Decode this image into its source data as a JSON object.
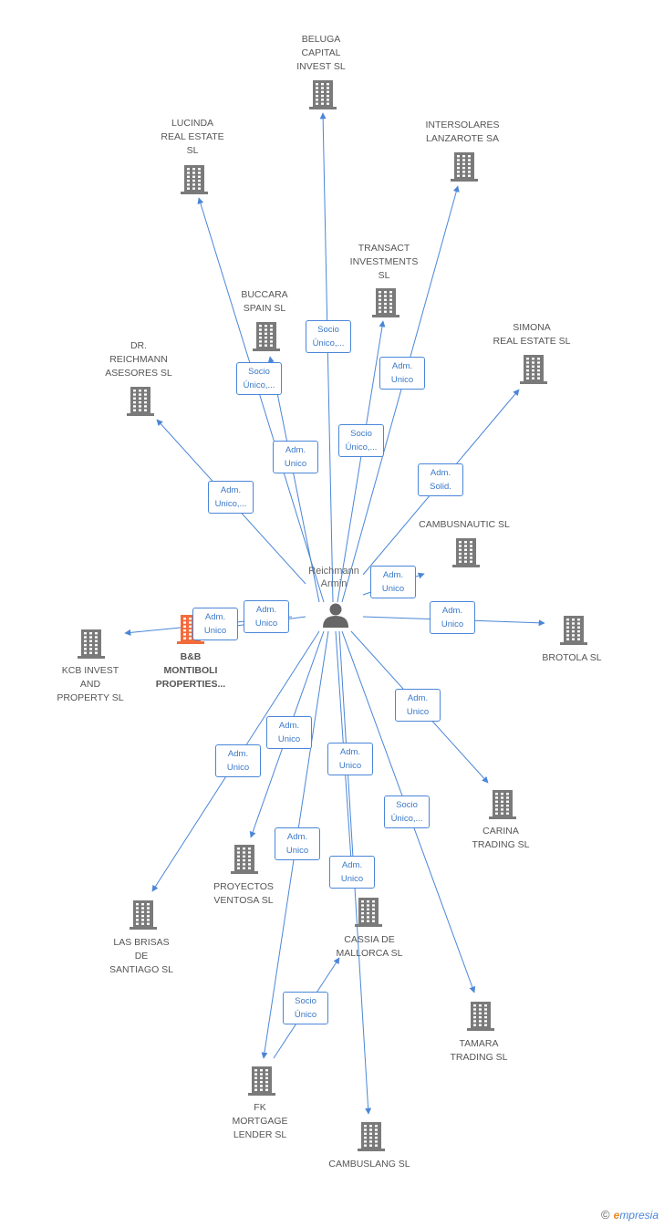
{
  "person": {
    "name": "Reichmann\nArmin"
  },
  "colors": {
    "edge": "#4a86d8",
    "building": "#7a7a7a",
    "main": "#f26b3a"
  },
  "nodes": [
    {
      "id": "beluga",
      "label": "BELUGA\nCAPITAL\nINVEST  SL"
    },
    {
      "id": "lucinda",
      "label": "LUCINDA\nREAL ESTATE\nSL"
    },
    {
      "id": "intersolares",
      "label": "INTERSOLARES\nLANZAROTE SA"
    },
    {
      "id": "transact",
      "label": "TRANSACT\nINVESTMENTS\nSL"
    },
    {
      "id": "buccara",
      "label": "BUCCARA\nSPAIN  SL"
    },
    {
      "id": "simona",
      "label": "SIMONA\nREAL ESTATE SL"
    },
    {
      "id": "reichmann",
      "label": "DR.\nREICHMANN\nASESORES  SL"
    },
    {
      "id": "cambusnautic",
      "label": "CAMBUSNAUTIC SL"
    },
    {
      "id": "bb",
      "label": "B&B\nMONTIBOLI\nPROPERTIES..."
    },
    {
      "id": "kcb",
      "label": "KCB INVEST\nAND\nPROPERTY  SL"
    },
    {
      "id": "brotola",
      "label": "BROTOLA SL"
    },
    {
      "id": "carina",
      "label": "CARINA\nTRADING SL"
    },
    {
      "id": "proyectos",
      "label": "PROYECTOS\nVENTOSA SL"
    },
    {
      "id": "brisas",
      "label": "LAS BRISAS\nDE\nSANTIAGO SL"
    },
    {
      "id": "cassia",
      "label": "CASSIA DE\nMALLORCA SL"
    },
    {
      "id": "tamara",
      "label": "TAMARA\nTRADING  SL"
    },
    {
      "id": "fk",
      "label": "FK\nMORTGAGE\nLENDER SL"
    },
    {
      "id": "cambuslang",
      "label": "CAMBUSLANG SL"
    }
  ],
  "edges": [
    {
      "to": "beluga",
      "label": "Socio\nÚnico,..."
    },
    {
      "to": "lucinda",
      "label": "Socio\nÚnico,..."
    },
    {
      "to": "buccara",
      "label": "Adm.\nUnico"
    },
    {
      "to": "intersolares",
      "label": "Adm.\nUnico"
    },
    {
      "to": "transact",
      "label": "Socio\nÚnico,..."
    },
    {
      "to": "simona",
      "label": "Adm.\nSolid."
    },
    {
      "to": "reichmann",
      "label": "Adm.\nUnico,..."
    },
    {
      "to": "cambusnautic",
      "label": "Adm.\nUnico"
    },
    {
      "to": "bb",
      "label": "Adm.\nUnico"
    },
    {
      "to": "kcb",
      "label": "Adm.\nUnico"
    },
    {
      "to": "brotola",
      "label": "Adm.\nUnico"
    },
    {
      "to": "carina",
      "label": "Adm.\nUnico"
    },
    {
      "to": "proyectos",
      "label": "Adm.\nUnico"
    },
    {
      "to": "brisas",
      "label": "Adm.\nUnico"
    },
    {
      "to": "cassia",
      "label": "Adm.\nUnico"
    },
    {
      "to": "tamara",
      "label": "Socio\nÚnico,..."
    },
    {
      "to": "fk",
      "label": "Adm.\nUnico"
    },
    {
      "to": "cambuslang",
      "label": "Adm.\nUnico"
    },
    {
      "from": "fk",
      "to": "cassia",
      "label": "Socio\nÚnico"
    }
  ],
  "brand": {
    "copyright": "©",
    "e": "e",
    "rest": "mpresia"
  }
}
